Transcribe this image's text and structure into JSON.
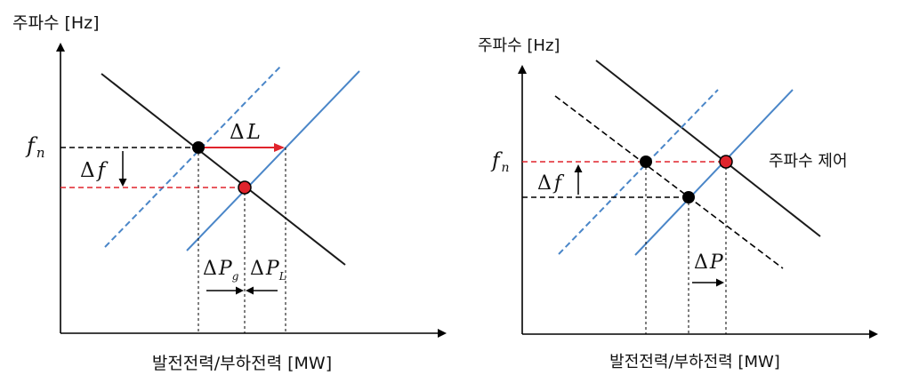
{
  "left_panel": {
    "y_axis_label": "주파수 [Hz]",
    "x_axis_label": "발전전력/부하전력 [MW]",
    "f_symbol": "f",
    "f_subscript": "n",
    "delta": "Δ",
    "delta_f_var": "f",
    "delta_L_var": "L",
    "delta_Pg_var": "P",
    "delta_Pg_sub": "g",
    "delta_PL_var": "P",
    "delta_PL_sub": "L"
  },
  "right_panel": {
    "y_axis_label": "주파수 [Hz]",
    "x_axis_label": "발전전력/부하전력 [MW]",
    "f_symbol": "f",
    "f_subscript": "n",
    "delta": "Δ",
    "delta_f_var": "f",
    "delta_P_var": "P",
    "annotation": "주파수 제어"
  },
  "colors": {
    "axis": "#000000",
    "line_black": "#1a1a1a",
    "line_blue": "#4a86c8",
    "dashed_red": "#e0242c",
    "dashed_black": "#000000",
    "point_black": "#000000",
    "point_red": "#e0242c",
    "arrow_red": "#e0242c"
  }
}
